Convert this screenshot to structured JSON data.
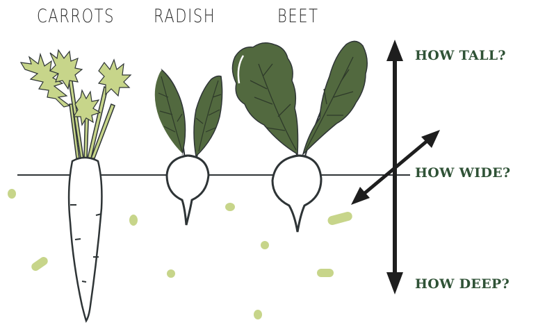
{
  "plants": {
    "carrots": "CARROTS",
    "radish": "RADISH",
    "beet": "BEET"
  },
  "questions": {
    "tall": "HOW TALL?",
    "wide": "HOW WIDE?",
    "deep": "HOW DEEP?"
  },
  "colors": {
    "outline": "#2e3436",
    "carrot_leaf": "#c7d58a",
    "dark_leaf": "#52693f",
    "leaf_vein": "#2e3a2a",
    "soil_dot": "#c7d58a",
    "arrow": "#1e1e1e",
    "question_text": "#2f5236"
  }
}
